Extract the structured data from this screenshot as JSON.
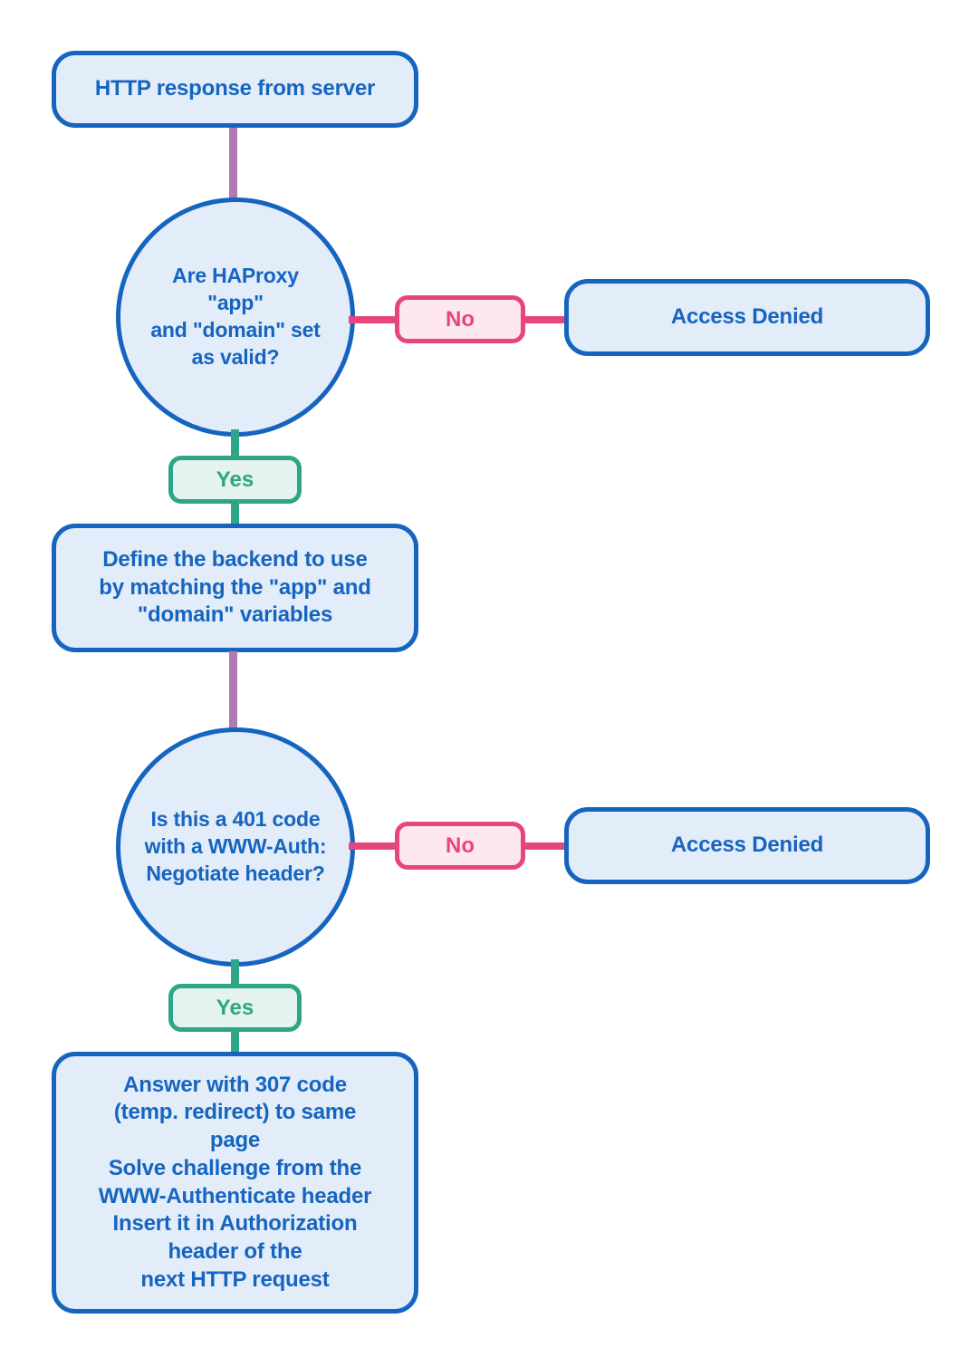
{
  "diagram": {
    "title": "HAProxy Kerberos authentication decision flow",
    "colors": {
      "node_border": "#1565c0",
      "node_fill": "#e3ecf9",
      "node_text": "#1565c0",
      "no_border": "#e8447e",
      "no_fill": "#fde8ef",
      "yes_border": "#2fa588",
      "yes_fill": "#e4f3ed",
      "edge": "#b07cb0",
      "background": "#ffffff"
    },
    "nodes": {
      "start": {
        "label": "HTTP response from server",
        "shape": "rounded-rect"
      },
      "decision_1": {
        "label": "Are HAProxy \"app\"\nand \"domain\" set\nas valid?",
        "shape": "circle"
      },
      "denied_1": {
        "label": "Access Denied",
        "shape": "rounded-rect"
      },
      "define_backend": {
        "label": "Define the backend to use\nby matching the \"app\" and\n\"domain\" variables",
        "shape": "rounded-rect"
      },
      "decision_2": {
        "label": "Is this a 401 code\nwith a WWW-Auth:\nNegotiate header?",
        "shape": "circle"
      },
      "denied_2": {
        "label": "Access Denied",
        "shape": "rounded-rect"
      },
      "answer_307": {
        "label": "Answer with 307 code\n(temp. redirect) to same\npage\nSolve challenge from the\nWWW-Authenticate header\nInsert it in Authorization\nheader of the\nnext HTTP request",
        "shape": "rounded-rect"
      }
    },
    "edge_labels": {
      "no_1": "No",
      "yes_1": "Yes",
      "no_2": "No",
      "yes_2": "Yes"
    }
  }
}
